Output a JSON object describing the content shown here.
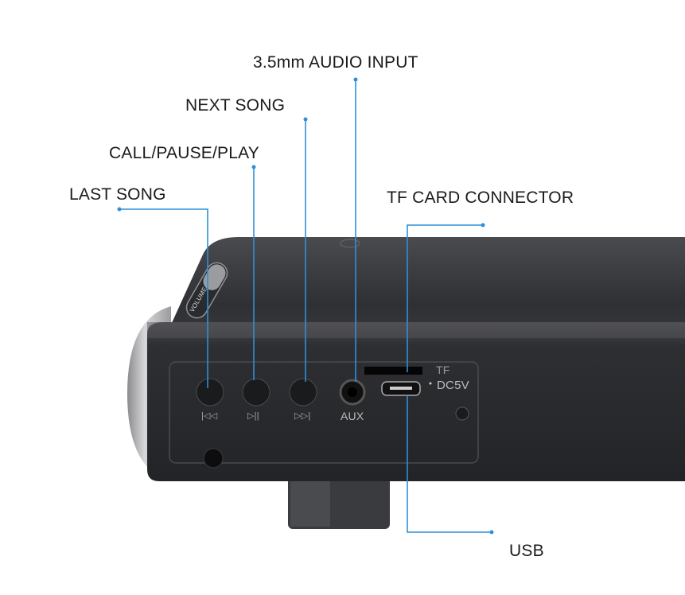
{
  "callouts": {
    "audio_input": "3.5mm AUDIO INPUT",
    "next_song": "NEXT SONG",
    "call_pause_play": "CALL/PAUSE/PLAY",
    "last_song": "LAST SONG",
    "tf_card": "TF CARD CONNECTOR",
    "usb": "USB"
  },
  "device_print": {
    "aux": "AUX",
    "tf": "TF",
    "dc5v": "DC5V",
    "volume": "VOLUME",
    "prev_glyph": "|◁◁",
    "play_glyph": "▷||",
    "next_glyph": "▷▷|"
  },
  "colors": {
    "leader": "#2f8fd8",
    "body": "#2c2d30",
    "text": "#1a1a1a"
  }
}
